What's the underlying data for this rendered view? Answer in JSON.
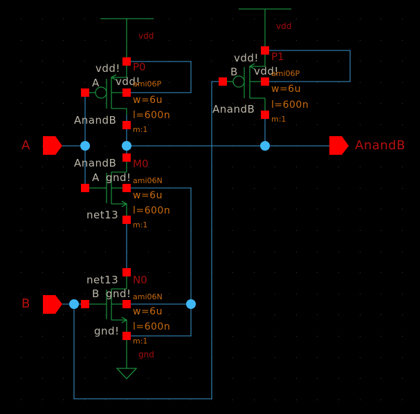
{
  "schematic": {
    "title": "AnandB NAND schematic",
    "colors": {
      "background": "#000000",
      "wire": "#2e7aa6",
      "device": "#1a8a3c",
      "pin_terminal": "#ff0000",
      "junction": "#3fb8f5",
      "net_label": "#bdb7a8",
      "instance_label": "#a40d0d",
      "property_label": "#c86a10",
      "grid_dot": "#3a3a3a"
    },
    "pins": [
      {
        "name": "A",
        "direction": "input"
      },
      {
        "name": "B",
        "direction": "input"
      },
      {
        "name": "AnandB",
        "direction": "output"
      }
    ],
    "supplies": [
      {
        "name": "vdd",
        "symbol": "vdd-bar"
      },
      {
        "name": "vdd",
        "symbol": "vdd-bar"
      },
      {
        "name": "gnd",
        "symbol": "gnd-triangle"
      }
    ],
    "transistors": [
      {
        "instance": "P0",
        "model": "ami06P",
        "w": "w=6u",
        "l": "l=600n",
        "m": "m:1",
        "gate_net": "A",
        "source_net": "vdd!",
        "bulk_net": "vdd!",
        "drain_net": "AnandB"
      },
      {
        "instance": "P1",
        "model": "ami06P",
        "w": "w=6u",
        "l": "l=600n",
        "m": "m:1",
        "gate_net": "B",
        "source_net": "vdd!",
        "bulk_net": "vdd!",
        "drain_net": "AnandB"
      },
      {
        "instance": "M0",
        "model": "ami06N",
        "w": "w=6u",
        "l": "l=600n",
        "m": "m:1",
        "gate_net": "A",
        "source_net": "net13",
        "bulk_net": "gnd!",
        "drain_net": "AnandB"
      },
      {
        "instance": "N0",
        "model": "ami06N",
        "w": "w=6u",
        "l": "l=600n",
        "m": "m:1",
        "gate_net": "B",
        "source_net": "gnd!",
        "bulk_net": "gnd!",
        "drain_net": "net13"
      }
    ]
  }
}
